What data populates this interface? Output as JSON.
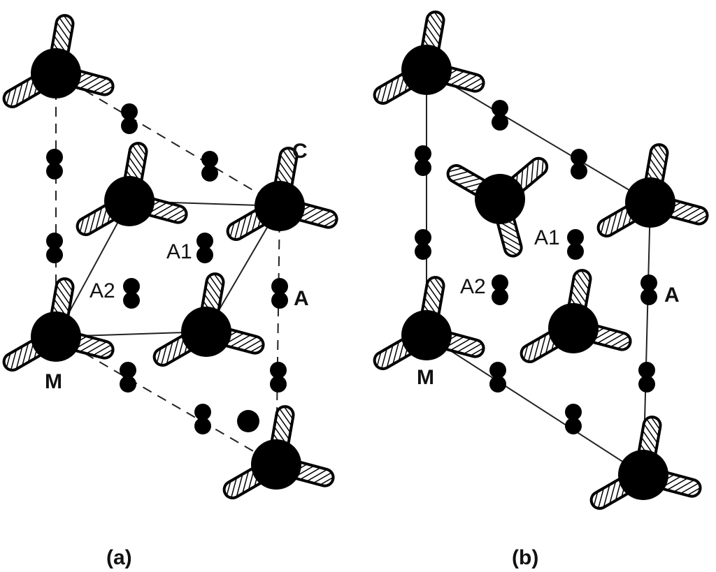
{
  "panel_a": {
    "caption": "(a)",
    "labels": {
      "c": "C",
      "a1": "A1",
      "a2": "A2",
      "a": "A",
      "m": "M"
    },
    "frame_line_style": "dashed"
  },
  "panel_b": {
    "caption": "(b)",
    "labels": {
      "a1": "A1",
      "a2": "A2",
      "a": "A",
      "m": "M"
    },
    "frame_line_style": "solid"
  },
  "colors": {
    "atom": "#000000",
    "lobe_fill": "#ffffff",
    "ink": "#111111"
  }
}
